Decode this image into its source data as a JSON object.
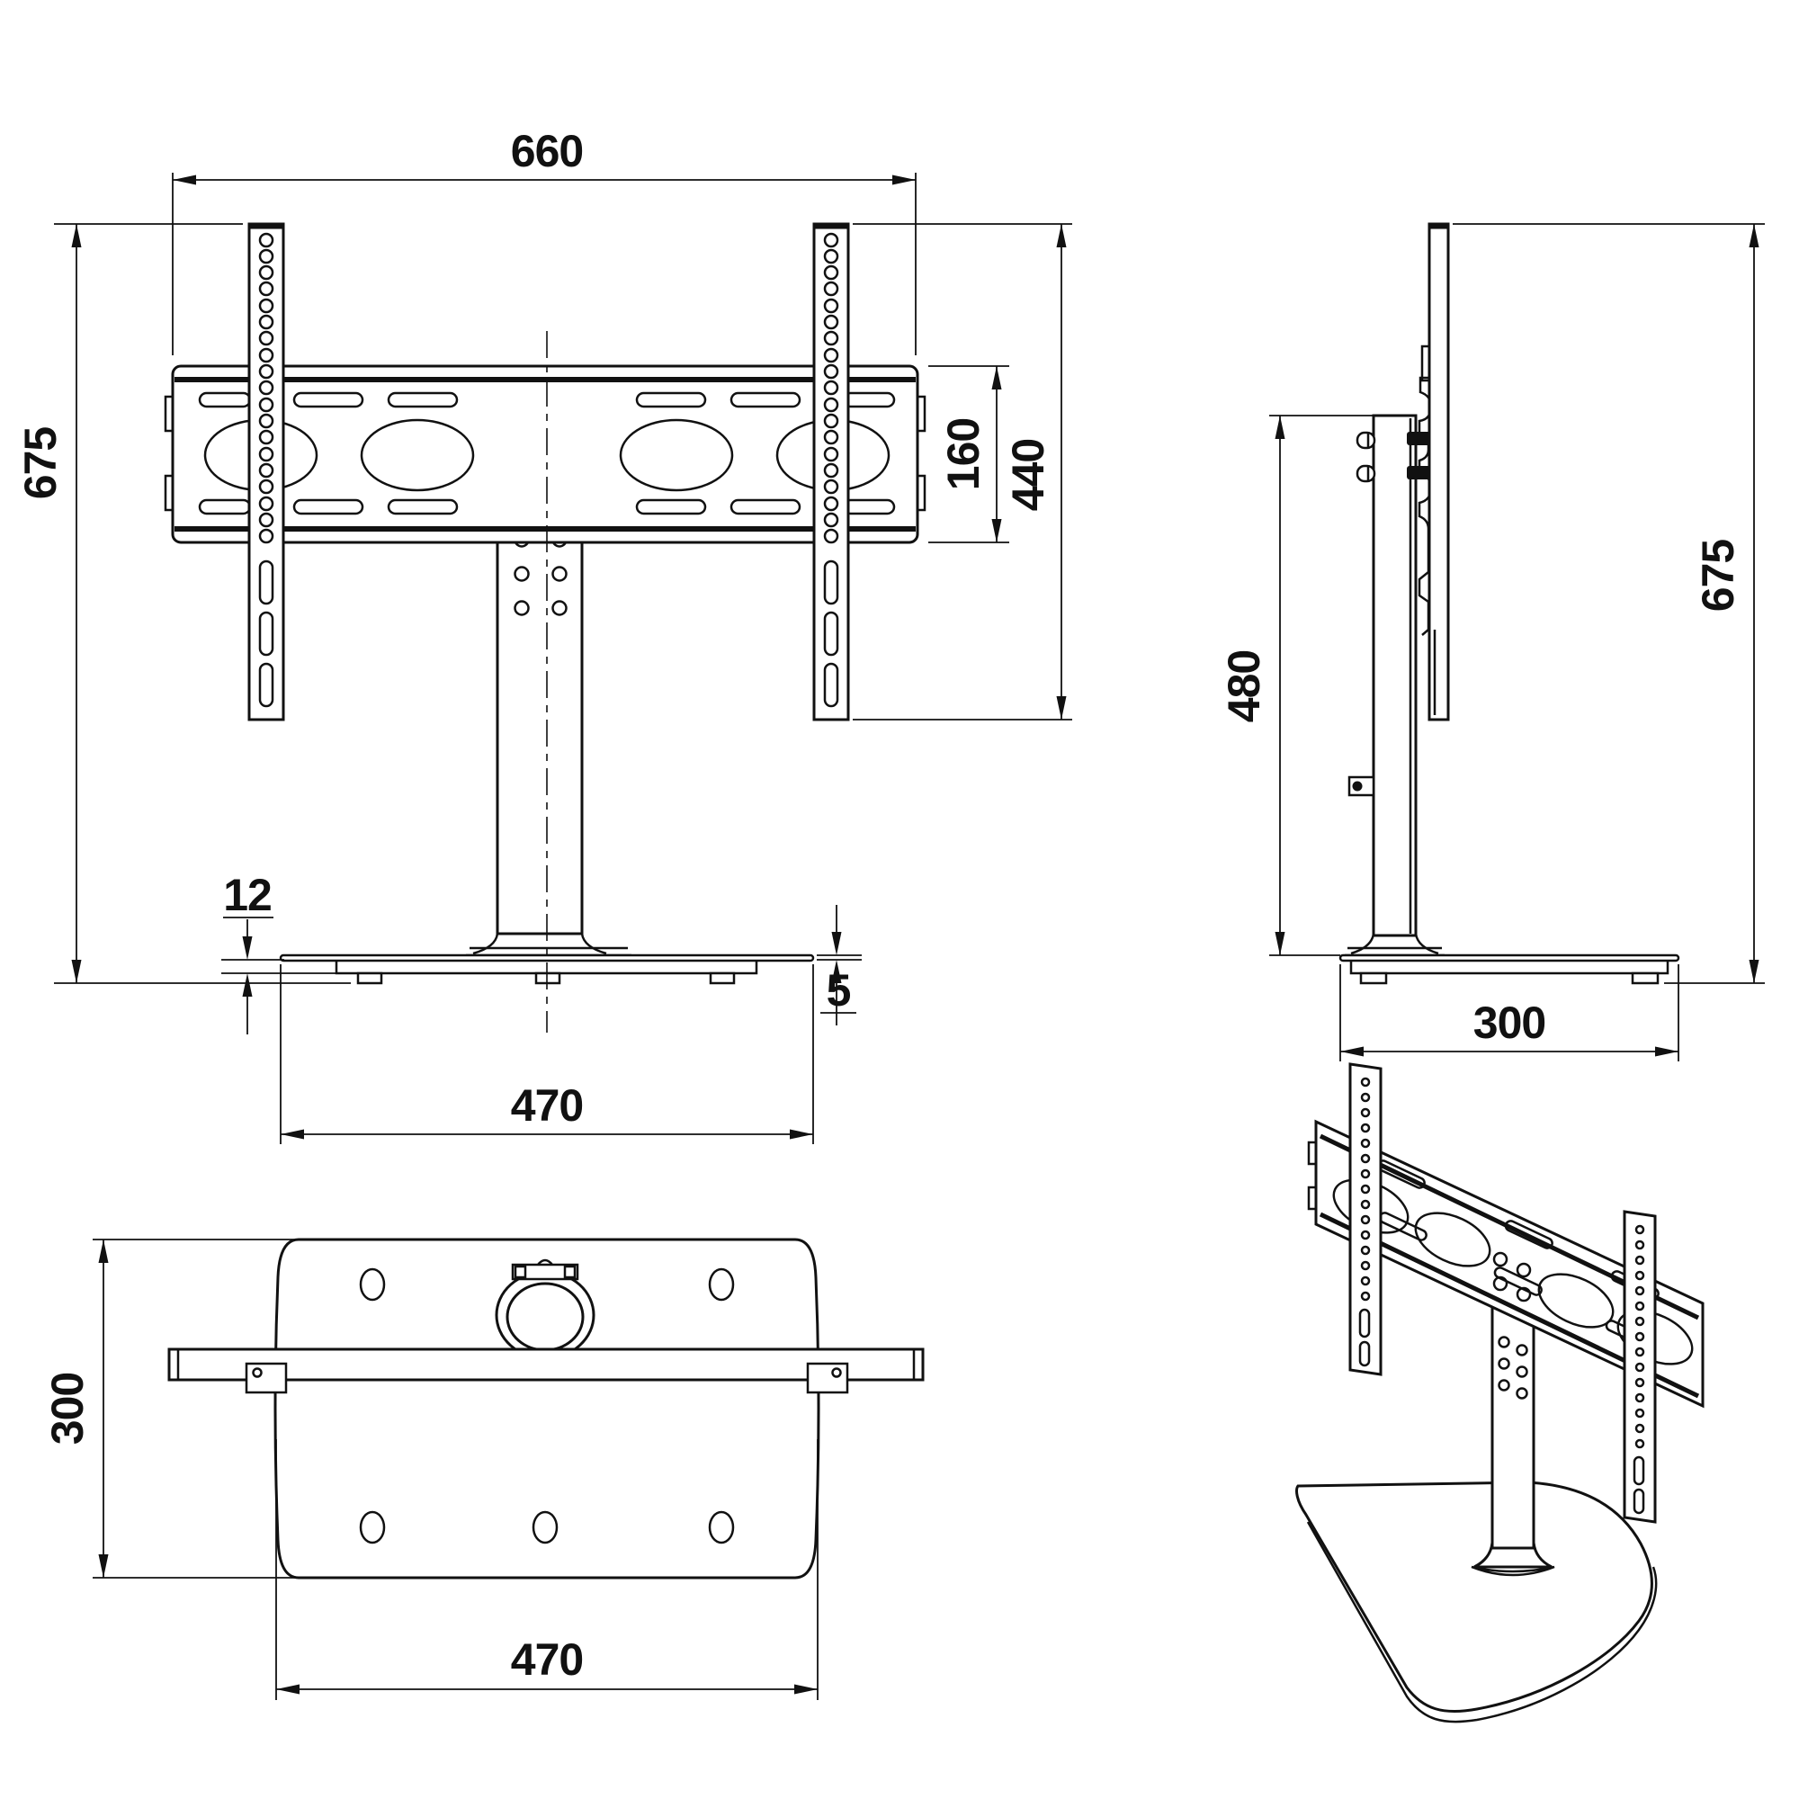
{
  "drawing": {
    "background": "#ffffff",
    "line_color": "#111111",
    "views": {
      "front": {
        "dims": {
          "bracket_width": "660",
          "overall_height": "675",
          "bar_height": "160",
          "strip_height": "440",
          "plate_thickness": "12",
          "glass_thickness": "5",
          "base_width": "470"
        }
      },
      "side": {
        "dims": {
          "column_height": "480",
          "overall_height": "675",
          "base_depth": "300"
        }
      },
      "top": {
        "dims": {
          "base_depth": "300",
          "base_width": "470"
        }
      }
    }
  }
}
